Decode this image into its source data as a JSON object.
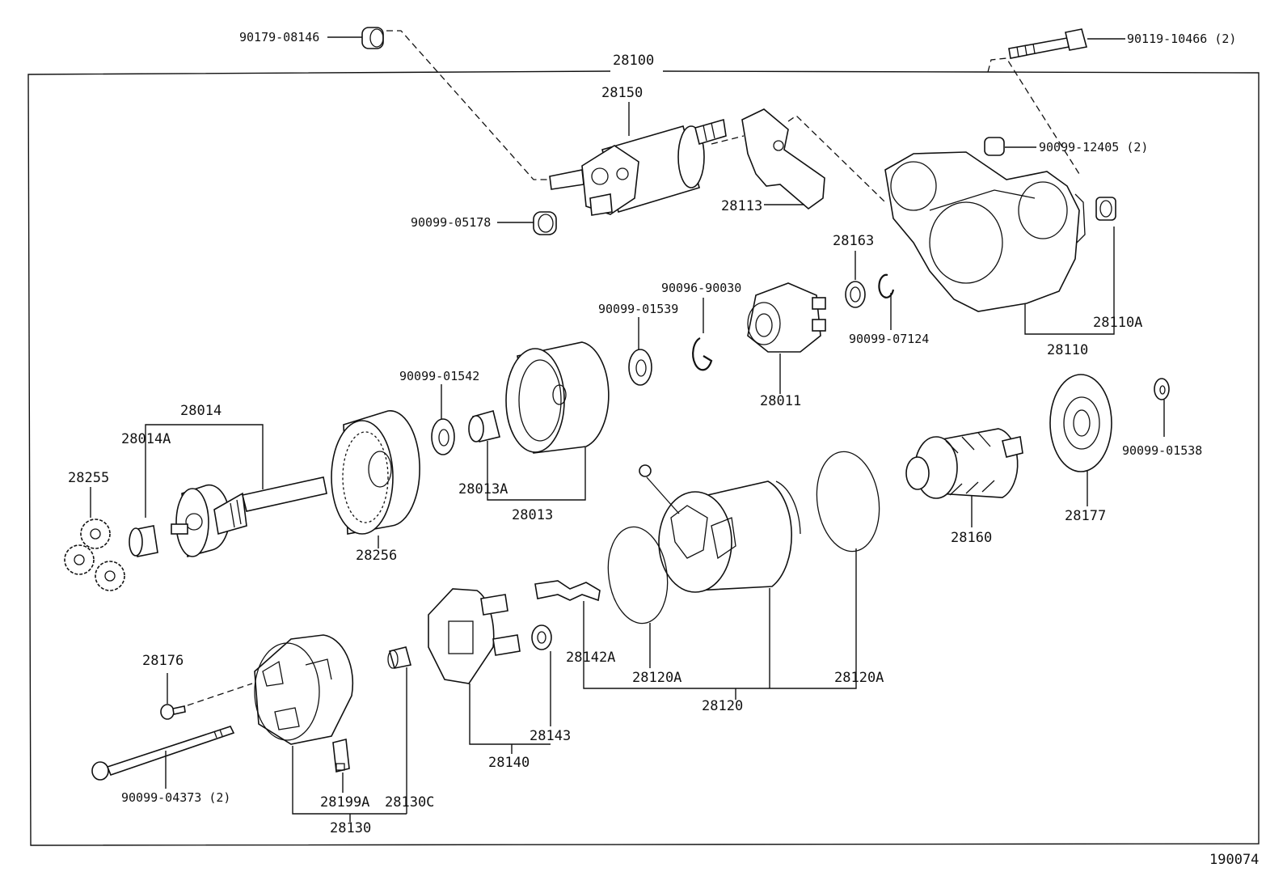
{
  "labels": {
    "p90179_08146": "90179-08146",
    "p90119_10466": "90119-10466 (2)",
    "p28100": "28100",
    "p28150": "28150",
    "p90099_12405": "90099-12405 (2)",
    "p90099_05178": "90099-05178",
    "p28113": "28113",
    "p28163": "28163",
    "p90096_90030": "90096-90030",
    "p90099_01539": "90099-01539",
    "p90099_07124": "90099-07124",
    "p28110A": "28110A",
    "p28110": "28110",
    "p28011": "28011",
    "p90099_01542": "90099-01542",
    "p28014": "28014",
    "p28014A": "28014A",
    "p28255": "28255",
    "p28013A": "28013A",
    "p28013": "28013",
    "p28256": "28256",
    "p90099_01538": "90099-01538",
    "p28160": "28160",
    "p28177": "28177",
    "p28142A": "28142A",
    "p28120A_left": "28120A",
    "p28120A_right": "28120A",
    "p28120": "28120",
    "p28176": "28176",
    "p28143": "28143",
    "p28140": "28140",
    "p90099_04373": "90099-04373 (2)",
    "p28199A": "28199A",
    "p28130C": "28130C",
    "p28130": "28130",
    "drawing_no": "190074"
  }
}
